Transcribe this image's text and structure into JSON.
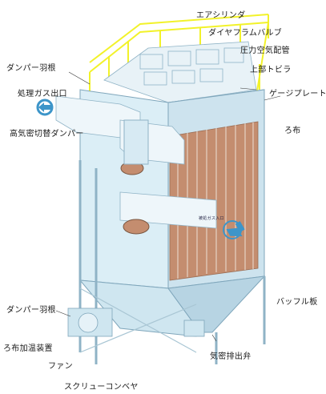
{
  "figure": {
    "labels": {
      "air_cylinder": "エアシリンダ",
      "diaphragm_valve": "ダイヤフラムバルブ",
      "compressed_air_piping": "圧力空気配管",
      "upper_door": "上部トビラ",
      "damper_blade_top": "ダンパー羽根",
      "treated_gas_outlet": "処理ガス出口",
      "gauge_plate": "ゲージプレート",
      "hermetic_switch_damper": "高気密切替ダンパー",
      "filter_cloth": "ろ布",
      "gas_inlet_tag": "被処ガス入口",
      "baffle_plate": "バッフル板",
      "damper_blade_bottom": "ダンパー羽根",
      "filter_cloth_heater": "ろ布加温装置",
      "fan": "ファン",
      "dust_discharge_valve": "気密排出弁",
      "screw_conveyor": "スクリューコンベヤ"
    },
    "colors": {
      "railing": "#f2f22a",
      "body": "#dbeef6",
      "body_shade": "#b7d4e3",
      "duct": "#eef6fa",
      "inner": "#c48d6f",
      "arrow": "#3d95c9"
    }
  }
}
